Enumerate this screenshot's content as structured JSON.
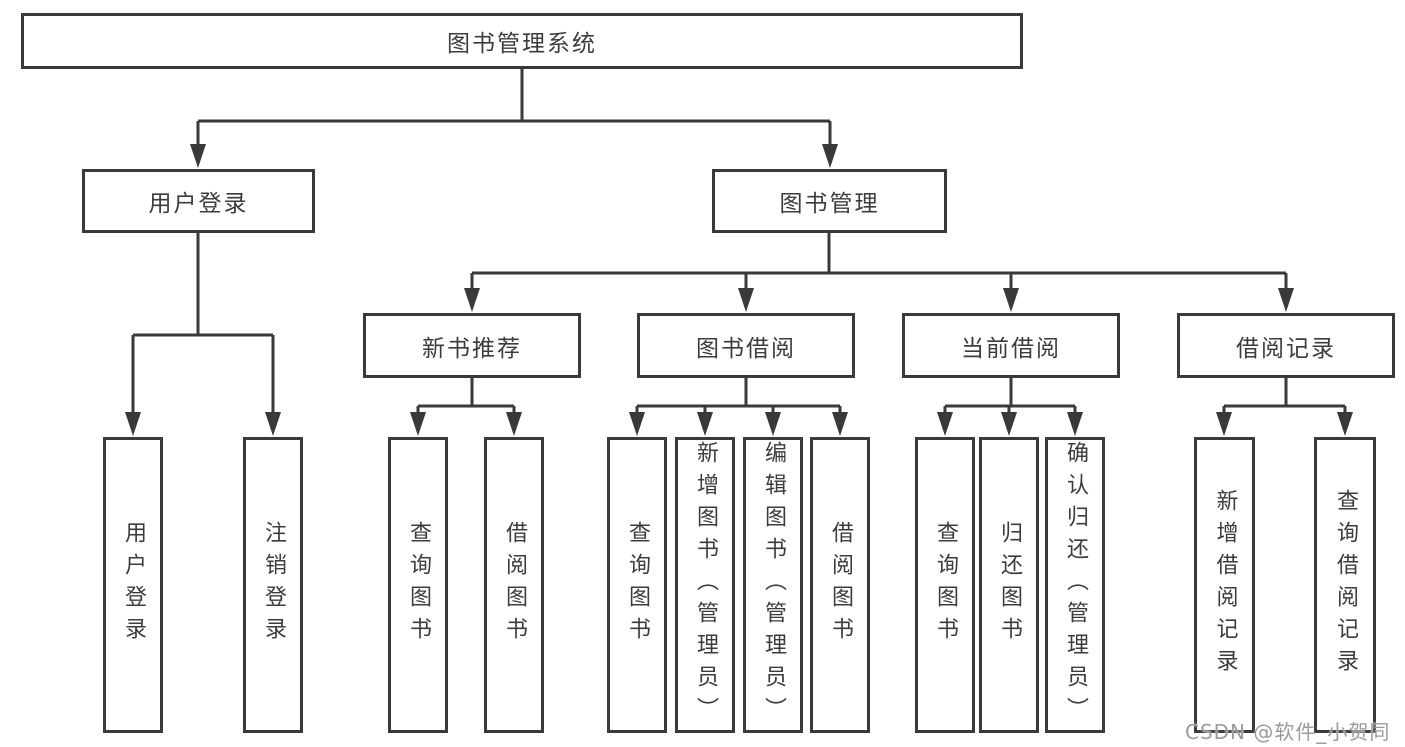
{
  "colors": {
    "line": "#3a3a3a",
    "box_border": "#3a3a3a",
    "box_fill": "#ffffff",
    "text": "#3c3c3c",
    "watermark": "#9b9b9b",
    "background": "#ffffff"
  },
  "watermark": "CSDN @软件_小贺同学",
  "tree": {
    "root": {
      "label": "图书管理系统"
    },
    "branches": [
      {
        "label": "用户登录",
        "children": [
          {
            "label": "用户登录"
          },
          {
            "label": "注销登录"
          }
        ]
      },
      {
        "label": "图书管理",
        "children": [
          {
            "label": "新书推荐",
            "children": [
              {
                "label": "查询图书"
              },
              {
                "label": "借阅图书"
              }
            ]
          },
          {
            "label": "图书借阅",
            "children": [
              {
                "label": "查询图书"
              },
              {
                "label": "新增图书（管理员）"
              },
              {
                "label": "编辑图书（管理员）"
              },
              {
                "label": "借阅图书"
              }
            ]
          },
          {
            "label": "当前借阅",
            "children": [
              {
                "label": "查询图书"
              },
              {
                "label": "归还图书"
              },
              {
                "label": "确认归还（管理员）"
              }
            ]
          },
          {
            "label": "借阅记录",
            "children": [
              {
                "label": "新增借阅记录"
              },
              {
                "label": "查询借阅记录"
              }
            ]
          }
        ]
      }
    ]
  }
}
